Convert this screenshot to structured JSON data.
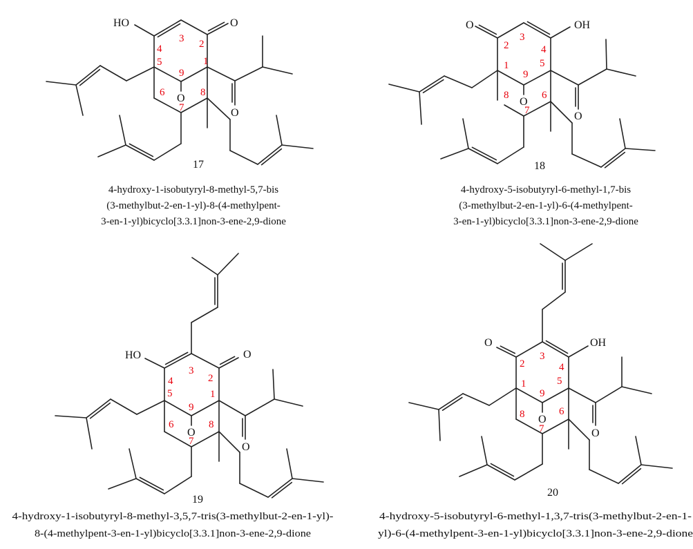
{
  "compounds": [
    {
      "number": "17",
      "hydroxyl": "HO",
      "oxygen": "O",
      "locants": {
        "1": "1",
        "2": "2",
        "3": "3",
        "4": "4",
        "5": "5",
        "6": "6",
        "7": "7",
        "8": "8",
        "9": "9"
      },
      "name_lines": [
        "4-hydroxy-1-isobutyryl-8-methyl-5,7-bis",
        "(3-methylbut-2-en-1-yl)-8-(4-methylpent-",
        "3-en-1-yl)bicyclo[3.3.1]non-3-ene-2,9-dione"
      ]
    },
    {
      "number": "18",
      "hydroxyl": "OH",
      "oxygen": "O",
      "locants": {
        "1": "1",
        "2": "2",
        "3": "3",
        "4": "4",
        "5": "5",
        "6": "6",
        "7": "7",
        "8": "8",
        "9": "9"
      },
      "name_lines": [
        "4-hydroxy-5-isobutyryl-6-methyl-1,7-bis",
        "(3-methylbut-2-en-1-yl)-6-(4-methylpent-",
        "3-en-1-yl)bicyclo[3.3.1]non-3-ene-2,9-dione"
      ]
    },
    {
      "number": "19",
      "hydroxyl": "HO",
      "oxygen": "O",
      "locants": {
        "1": "1",
        "2": "2",
        "3": "3",
        "4": "4",
        "5": "5",
        "6": "6",
        "7": "7",
        "8": "8",
        "9": "9"
      },
      "name_lines": [
        "4-hydroxy-1-isobutyryl-8-methyl-3,5,7-tris(3-methylbut-2-en-1-yl)-",
        "8-(4-methylpent-3-en-1-yl)bicyclo[3.3.1]non-3-ene-2,9-dione"
      ]
    },
    {
      "number": "20",
      "hydroxyl": "OH",
      "oxygen": "O",
      "locants": {
        "1": "1",
        "2": "2",
        "3": "3",
        "4": "4",
        "5": "5",
        "6": "6",
        "7": "7",
        "8": "8",
        "9": "9"
      },
      "name_lines": [
        "4-hydroxy-5-isobutyryl-6-methyl-1,3,7-tris(3-methylbut-2-en-1-",
        "yl)-6-(4-methylpent-3-en-1-yl)bicyclo[3.3.1]non-3-ene-2,9-dione"
      ]
    }
  ],
  "colors": {
    "locant": "#e8000b",
    "bond": "#222222"
  }
}
